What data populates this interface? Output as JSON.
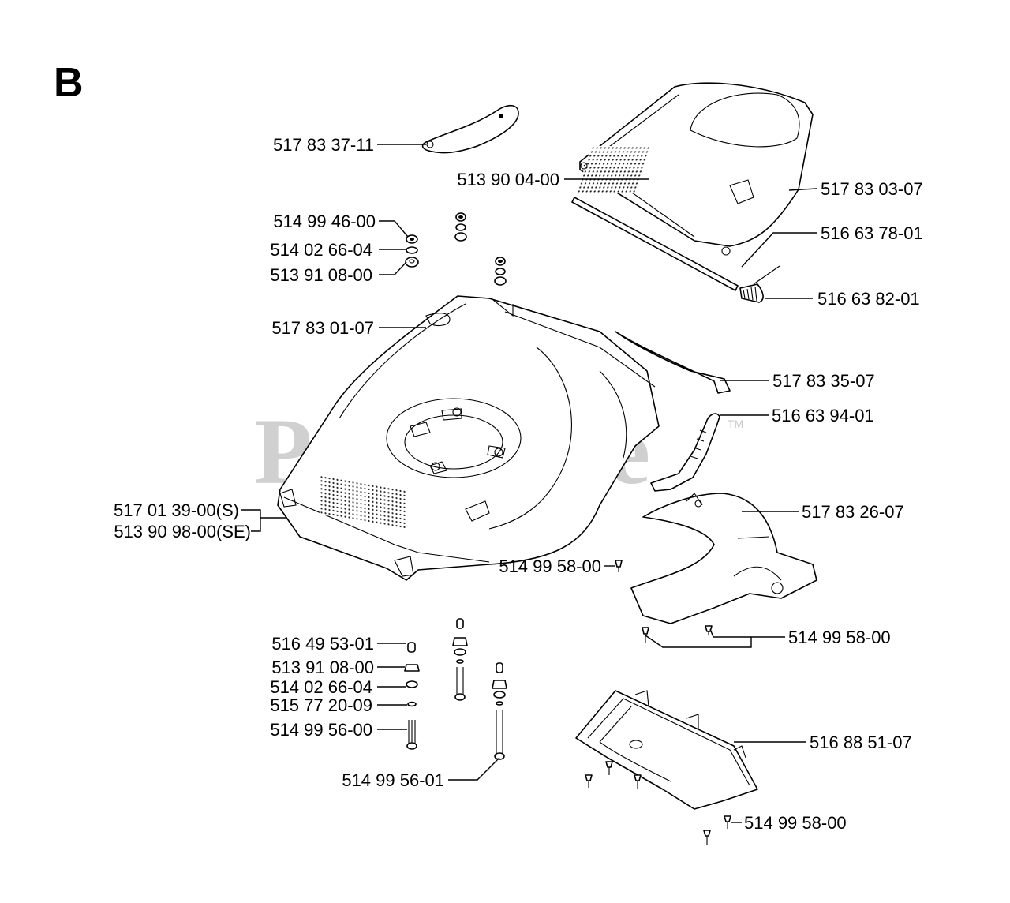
{
  "section_letter": "B",
  "watermark": {
    "text": "PartsTree",
    "tm": "TM"
  },
  "labels": {
    "l01": "517 83 37-11",
    "l02": "513 90 04-00",
    "l03": "517 83 03-07",
    "l04": "514 99 46-00",
    "l05": "514 02 66-04",
    "l06": "513 91 08-00",
    "l07": "516 63 78-01",
    "l08": "516 63 82-01",
    "l09": "517 83 01-07",
    "l10": "517 83 35-07",
    "l11": "516 63 94-01",
    "l12": "517 01 39-00(S)",
    "l13": "513 90 98-00(SE)",
    "l14": "517 83 26-07",
    "l15": "514 99 58-00",
    "l16": "514 99 58-00",
    "l17": "516 49 53-01",
    "l18": "513 91 08-00",
    "l19": "514 02 66-04",
    "l20": "515 77 20-09",
    "l21": "514 99 56-00",
    "l22": "516 88 51-07",
    "l23": "514 99 56-01",
    "l24": "514 99 58-00"
  }
}
